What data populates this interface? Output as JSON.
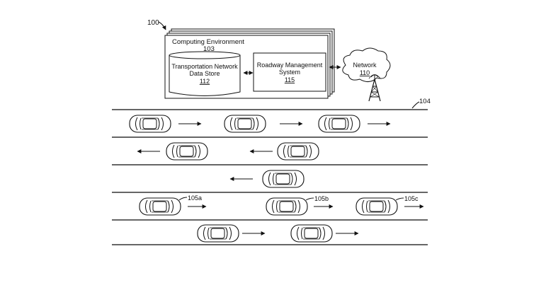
{
  "figure": {
    "ref_main": "100",
    "ref_road": "104"
  },
  "computing_environment": {
    "title": "Computing Environment",
    "ref": "103"
  },
  "data_store": {
    "line1": "Transportation Network",
    "line2": "Data Store",
    "ref": "112"
  },
  "roadway_system": {
    "line1": "Roadway Management",
    "line2": "System",
    "ref": "115"
  },
  "network": {
    "label": "Network",
    "ref": "110"
  },
  "vehicle_labels": {
    "a": "105a",
    "b": "105b",
    "c": "105c"
  }
}
